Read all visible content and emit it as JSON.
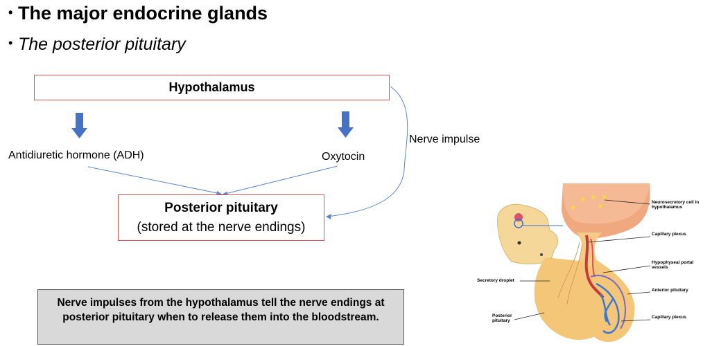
{
  "slide": {
    "bullet_main": "The major endocrine glands",
    "bullet_sub": "The posterior pituitary"
  },
  "diagram": {
    "hypothalamus": "Hypothalamus",
    "adh": "Antidiuretic hormone (ADH)",
    "oxytocin": "Oxytocin",
    "nerve_impulse": "Nerve impulse",
    "posterior_pituitary_title": "Posterior pituitary",
    "posterior_pituitary_sub": "(stored at the nerve endings)",
    "note": "Nerve impulses from the hypothalamus tell the nerve endings at posterior pituitary when to release them into the bloodstream."
  },
  "illustration": {
    "neurosecretory": "Neurosecretory cell in hypothalamus",
    "capillary_top": "Capillary plexus",
    "portal": "Hypophyseal portal vessels",
    "anterior": "Anterior pituitary",
    "capillary_bottom": "Capillary plexus",
    "secretory": "Secretory droplet",
    "posterior": "Posterior pituitary"
  },
  "colors": {
    "box_border": "#e05050",
    "arrow": "#4472c4",
    "line": "#5b86c9",
    "note_bg": "#d9d9d9"
  }
}
